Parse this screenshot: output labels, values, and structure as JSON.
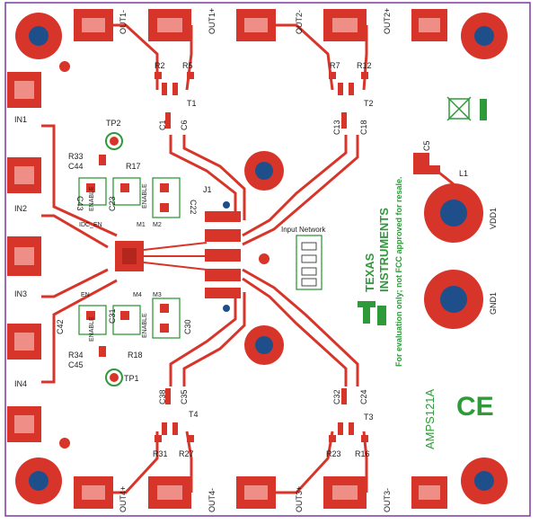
{
  "board": {
    "name": "AMPS121A",
    "notice": "For evaluation only; not FCC approved for resale.",
    "logo": {
      "line1": "TEXAS",
      "line2": "INSTRUMENTS"
    },
    "ce_mark": "CE",
    "input_network": "Input Network",
    "colors": {
      "copper": "#d8352a",
      "silk": "#2e9a3a",
      "outline": "#7c3aa0",
      "hole": "#1e4f8a"
    }
  },
  "connectors": {
    "top": [
      "OUT1-",
      "OUT1+",
      "OUT2-",
      "OUT2+"
    ],
    "bottom": [
      "OUT4+",
      "OUT4-",
      "OUT3+",
      "OUT3-"
    ],
    "left": [
      "IN1",
      "IN2",
      "IN3",
      "IN4"
    ],
    "right": [
      "VDD1",
      "GND1"
    ]
  },
  "labels": {
    "r2": "R2",
    "r5": "R5",
    "r7": "R7",
    "r12": "R12",
    "t1": "T1",
    "t2": "T2",
    "t3": "T3",
    "t4": "T4",
    "c1": "C1",
    "c6": "C6",
    "c13": "C13",
    "c18": "C18",
    "tp1": "TP1",
    "tp2": "TP2",
    "r33": "R33",
    "c44": "C44",
    "r17": "R17",
    "c43": "C43",
    "c23": "C23",
    "c22": "C22",
    "enable_a": "ENABLE",
    "enable_b": "ENABLE",
    "enable_c": "ENABLE",
    "enable_d": "ENABLE",
    "m1": "M1",
    "m2": "M2",
    "m3": "M3",
    "m4": "M4",
    "j1": "J1",
    "idc_en": "IDC_EN",
    "en": "EN",
    "c42": "C42",
    "c31": "C31",
    "c30": "C30",
    "r34": "R34",
    "c45": "C45",
    "r18": "R18",
    "c38": "C38",
    "c35": "C35",
    "c32": "C32",
    "c24": "C24",
    "r31": "R31",
    "r27": "R27",
    "r23": "R23",
    "r16": "R16",
    "c5": "C5",
    "l1": "L1"
  }
}
